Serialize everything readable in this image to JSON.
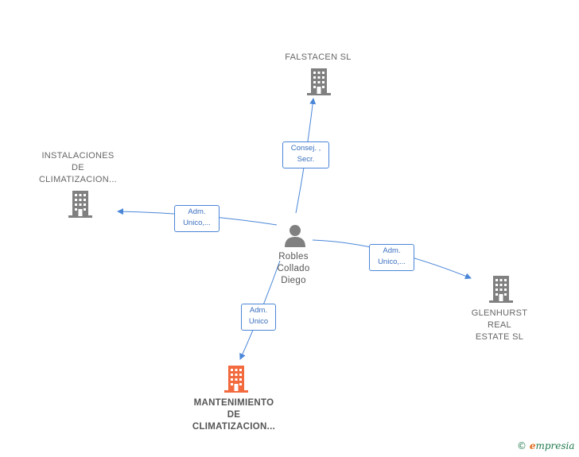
{
  "nodes": {
    "falstacen": {
      "label": "FALSTACEN SL"
    },
    "instalaciones": {
      "label_lines": [
        "INSTALACIONES",
        "DE",
        "CLIMATIZACION..."
      ]
    },
    "glenhurst": {
      "label_lines": [
        "GLENHURST",
        "REAL",
        "ESTATE SL"
      ]
    },
    "mantenimiento": {
      "label_lines": [
        "MANTENIMIENTO",
        "DE",
        "CLIMATIZACION..."
      ]
    },
    "person": {
      "label_lines": [
        "Robles",
        "Collado",
        "Diego"
      ]
    }
  },
  "edges": {
    "falstacen": [
      "Consej. ,",
      "Secr."
    ],
    "instalaciones": [
      "Adm.",
      "Unico,..."
    ],
    "glenhurst": [
      "Adm.",
      "Unico,..."
    ],
    "mantenimiento": [
      "Adm.",
      "Unico"
    ]
  },
  "footer": {
    "copyright": "©",
    "brand_first": "e",
    "brand_rest": "mpresia"
  },
  "colors": {
    "edge": "#4a86d8",
    "building": "#808080",
    "main_building": "#f26a3d"
  }
}
